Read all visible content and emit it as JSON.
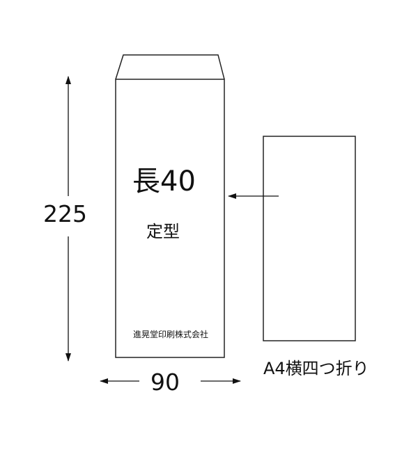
{
  "envelope": {
    "title": "長40",
    "type": "定型",
    "company": "進晃堂印刷株式会社"
  },
  "dimensions": {
    "height": "225",
    "width": "90"
  },
  "insert": {
    "label": "A4横四つ折り"
  }
}
